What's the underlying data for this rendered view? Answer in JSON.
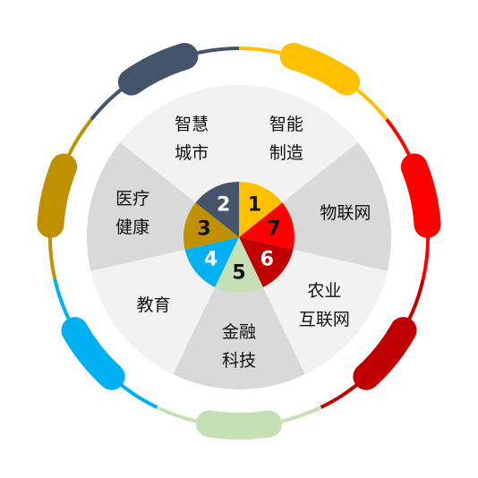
{
  "segments": [
    {
      "number": "1",
      "label_lines": [
        "智能",
        "制造"
      ],
      "color": "#FFC000",
      "number_color": "#111111"
    },
    {
      "number": "7",
      "label_lines": [
        "物联网"
      ],
      "color": "#FF0000",
      "number_color": "#111111"
    },
    {
      "number": "6",
      "label_lines": [
        "农业",
        "互联网"
      ],
      "color": "#C00000",
      "number_color": "#ffffff"
    },
    {
      "number": "5",
      "label_lines": [
        "金融",
        "科技"
      ],
      "color": "#C5E0B4",
      "number_color": "#111111"
    },
    {
      "number": "4",
      "label_lines": [
        "教育"
      ],
      "color": "#00B0F0",
      "number_color": "#ffffff"
    },
    {
      "number": "3",
      "label_lines": [
        "医疗",
        "健康"
      ],
      "color": "#BF9000",
      "number_color": "#111111"
    },
    {
      "number": "2",
      "label_lines": [
        "智慧",
        "城市"
      ],
      "color": "#44546A",
      "number_color": "#ffffff"
    }
  ],
  "colors": {
    "pie_light": "#F2F2F2",
    "pie_dark": "#D9D9D9"
  }
}
